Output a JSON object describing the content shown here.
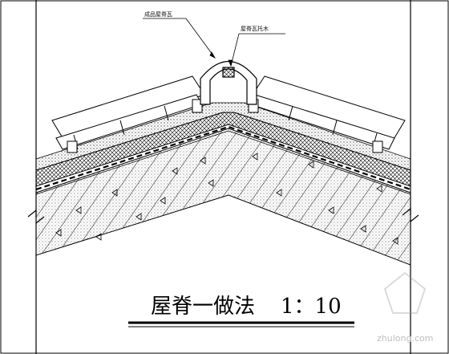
{
  "drawing": {
    "title": "屋脊一做法",
    "scale": "1：10",
    "callouts": [
      {
        "text": "成品屋脊瓦"
      },
      {
        "text": "屋脊瓦托木"
      }
    ]
  },
  "watermark": {
    "text": "zhulong.com"
  }
}
